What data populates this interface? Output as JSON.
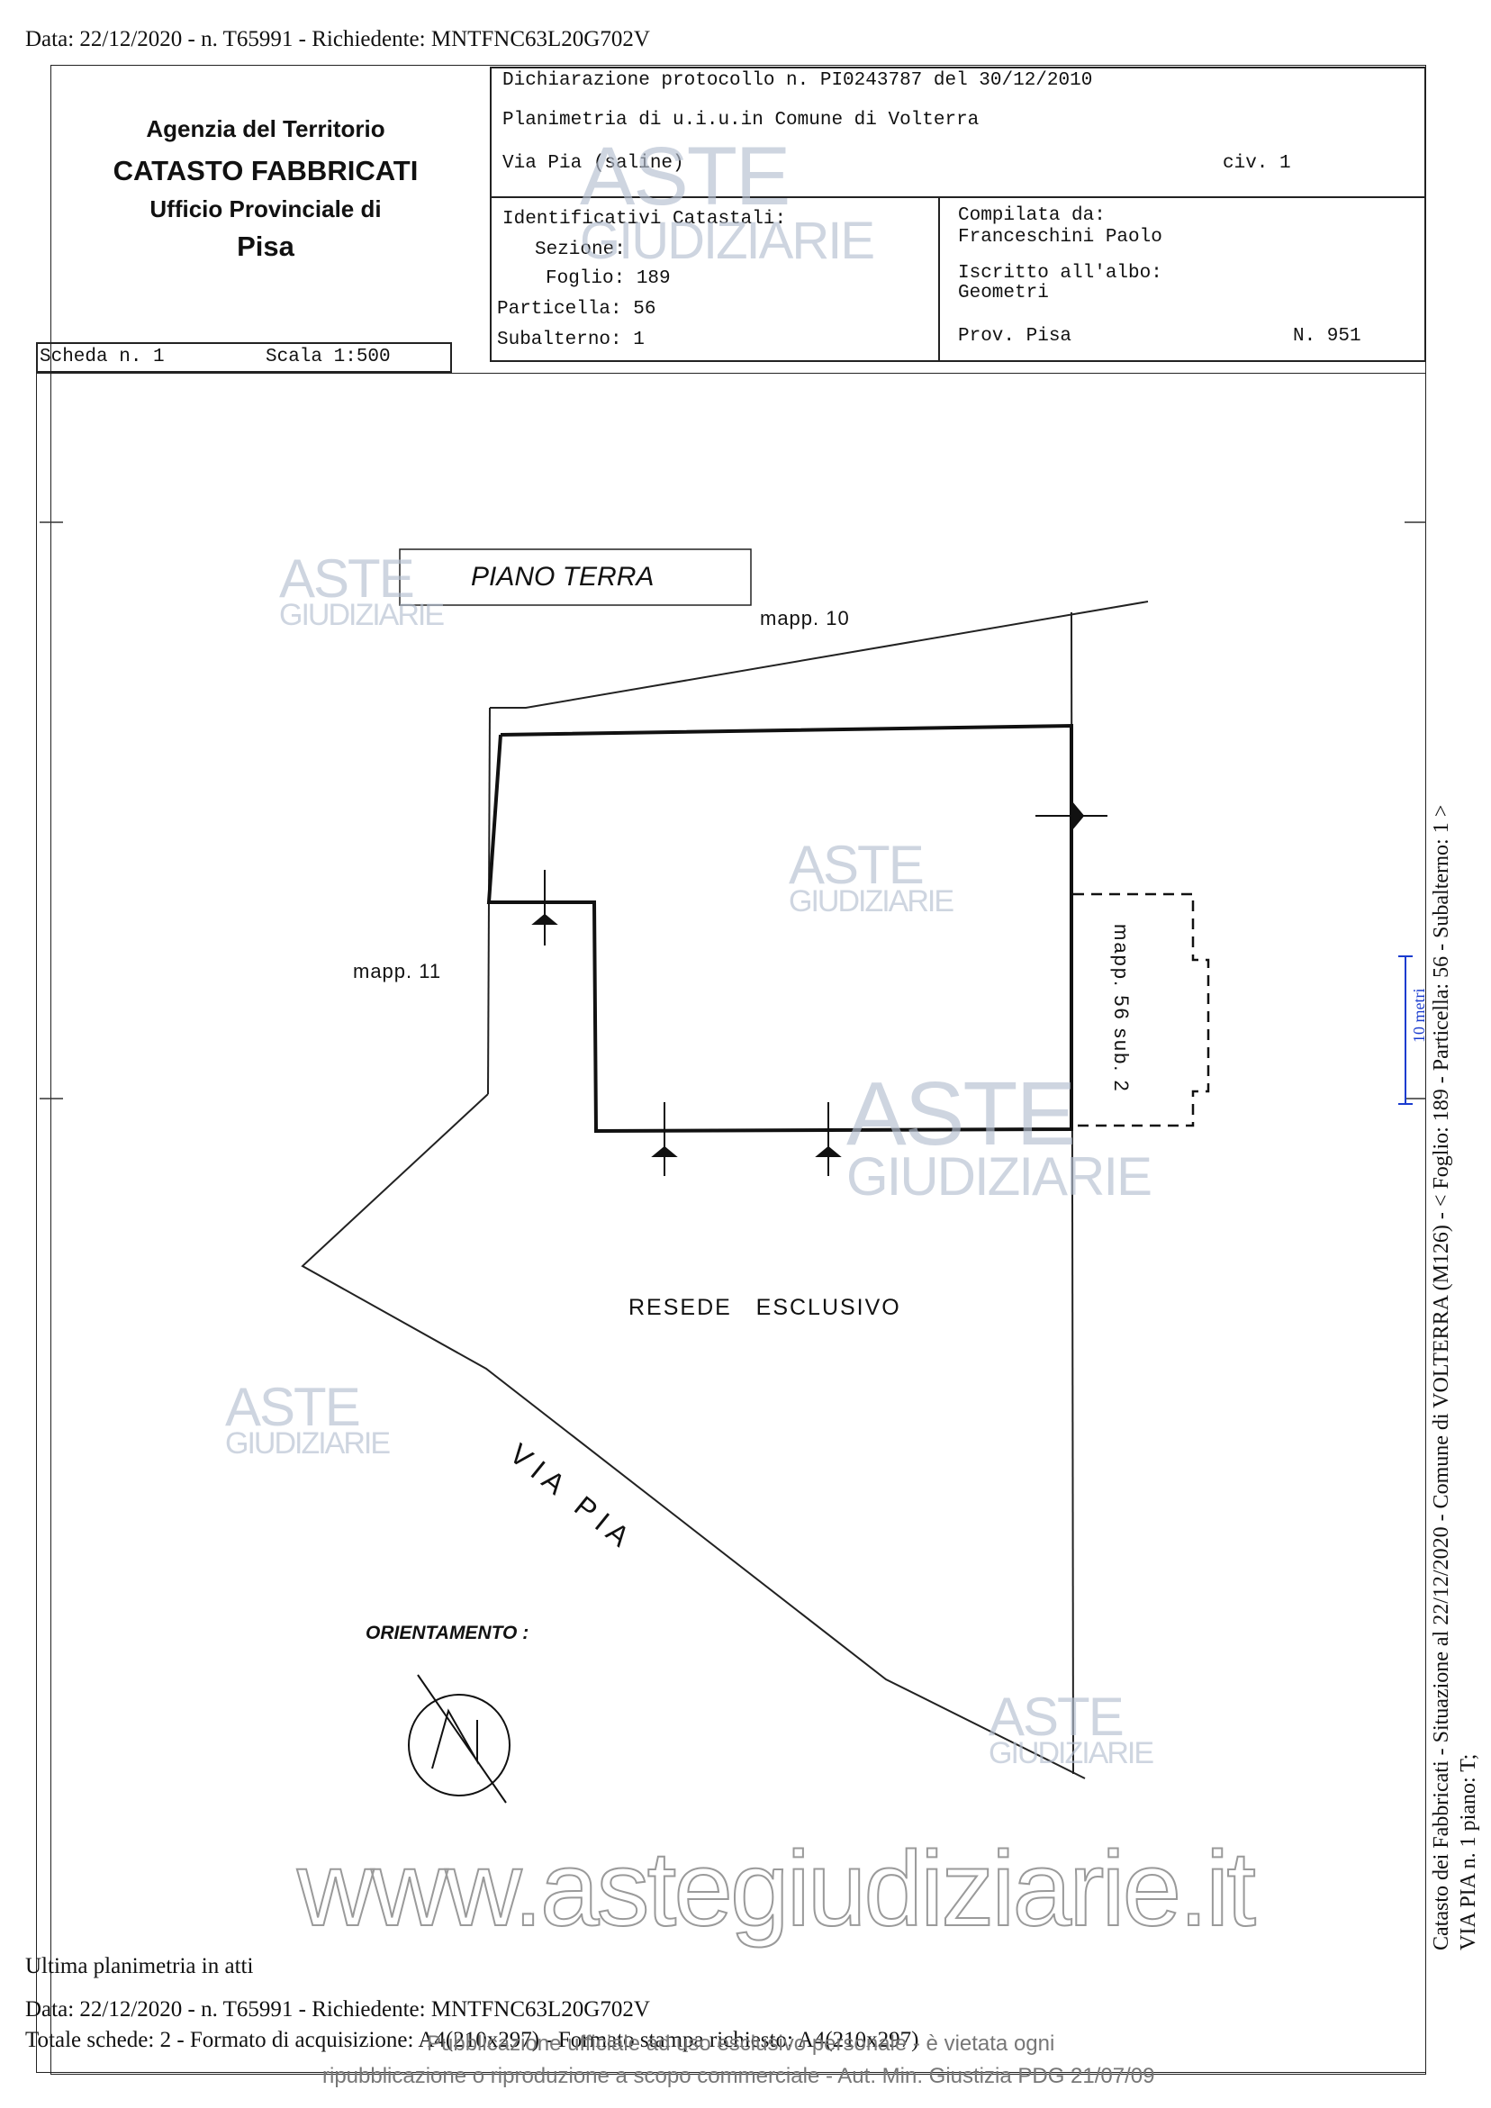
{
  "top_header": "Data: 22/12/2020 - n. T65991 - Richiedente: MNTFNC63L20G702V",
  "agency": {
    "line1": "Agenzia del Territorio",
    "line2": "CATASTO FABBRICATI",
    "line3": "Ufficio Provinciale di",
    "line4": "Pisa"
  },
  "scheda": {
    "label": "Scheda n. 1",
    "scale": "Scala 1:500"
  },
  "protocol": {
    "dichiarazione": "Dichiarazione protocollo n. PI0243787 del 30/12/2010",
    "planimetria": "Planimetria di u.i.u.in Comune di Volterra",
    "via": "Via Pia (saline)",
    "civ": "civ. 1"
  },
  "identificativi": {
    "title": "Identificativi Catastali:",
    "sezione": "Sezione:",
    "foglio": "Foglio: 189",
    "particella": "Particella: 56",
    "subalterno": "Subalterno: 1"
  },
  "compilata": {
    "title": "Compilata da:",
    "name": "Franceschini Paolo",
    "iscritto": "Iscritto all'albo:",
    "albo": "Geometri",
    "prov": "Prov. Pisa",
    "num": "N. 951"
  },
  "plan": {
    "piano": "PIANO TERRA",
    "mapp10": "mapp. 10",
    "mapp11": "mapp. 11",
    "mapp56": "mapp. 56 sub. 2",
    "resede": "RESEDE   ESCLUSIVO",
    "via_pia": "V I A   P I A",
    "orientamento": "ORIENTAMENTO :",
    "north": "N"
  },
  "side_text": {
    "line1": "Catasto dei Fabbricati - Situazione al 22/12/2020 - Comune di VOLTERRA (M126) - < Foglio: 189 - Particella: 56 - Subalterno: 1 >",
    "line2": "VIA PIA n. 1 piano: T;",
    "scale_bar": "10 metri"
  },
  "watermark": {
    "aste": "ASTE",
    "giudiziarie": "GIUDIZIARIE",
    "url": "www.astegiudiziarie.it",
    "notice1": "Pubblicazione ufficiale ad uso esclusivo personale - è vietata ogni",
    "notice2": "ripubblicazione o riproduzione a scopo commerciale - Aut. Min. Giustizia PDG 21/07/09"
  },
  "footer": {
    "ultima": "Ultima planimetria in atti",
    "data": "Data: 22/12/2020 - n. T65991 - Richiedente: MNTFNC63L20G702V",
    "totale": "Totale schede: 2 - Formato di acquisizione: A4(210x297) - Formato stampa richiesto: A4(210x297)"
  }
}
